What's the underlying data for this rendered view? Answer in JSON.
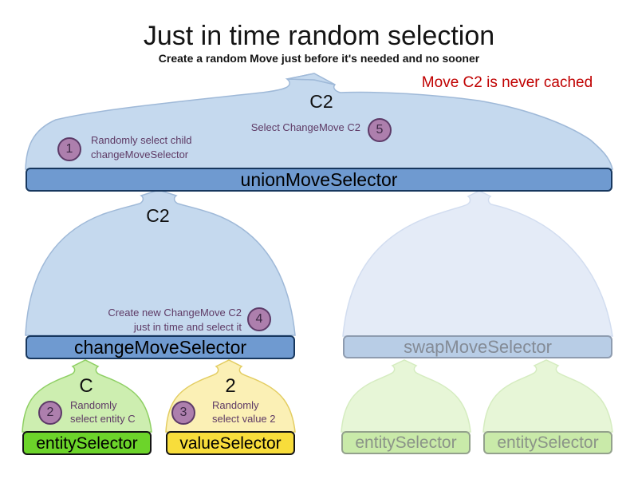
{
  "header": {
    "title": "Just in time random selection",
    "subtitle": "Create a random Move just before it's needed and no sooner"
  },
  "note": "Move C2 is never cached",
  "pipeline": {
    "union": {
      "label": "unionMoveSelector",
      "output": "C2"
    },
    "change": {
      "label": "changeMoveSelector",
      "output": "C2"
    },
    "swap": {
      "label": "swapMoveSelector"
    },
    "entity": {
      "label": "entitySelector",
      "output": "C"
    },
    "value": {
      "label": "valueSelector",
      "output": "2"
    },
    "swap_entity_left": {
      "label": "entitySelector"
    },
    "swap_entity_right": {
      "label": "entitySelector"
    }
  },
  "steps": {
    "s1": {
      "num": "1",
      "line1": "Randomly select child",
      "line2": "changeMoveSelector"
    },
    "s2": {
      "num": "2",
      "line1": "Randomly",
      "line2": "select entity C"
    },
    "s3": {
      "num": "3",
      "line1": "Randomly",
      "line2": "select value 2"
    },
    "s4": {
      "num": "4",
      "line1": "Create new ChangeMove C2",
      "line2": "just in time and select it"
    },
    "s5": {
      "num": "5",
      "line1": "Select ChangeMove C2"
    }
  },
  "colors": {
    "active_bar": "#6f9ad0",
    "active_bar_border": "#17375e",
    "active_funnel": "#c5d9ee",
    "faded_funnel": "#e4ebf7",
    "faded_bar": "#b8cde6",
    "entity_bar": "#6cd42a",
    "value_bar": "#f8dd3b",
    "entity_funnel": "#cdeeb0",
    "value_funnel": "#fbf0b5",
    "faded_entity_bar": "#c9eaa9",
    "faded_entity_funnel": "#e7f6d7",
    "step_circle": "#ad7fad",
    "step_circle_border": "#5d3b68",
    "annotation_text": "#5e3a65",
    "note_text": "#c00000"
  }
}
